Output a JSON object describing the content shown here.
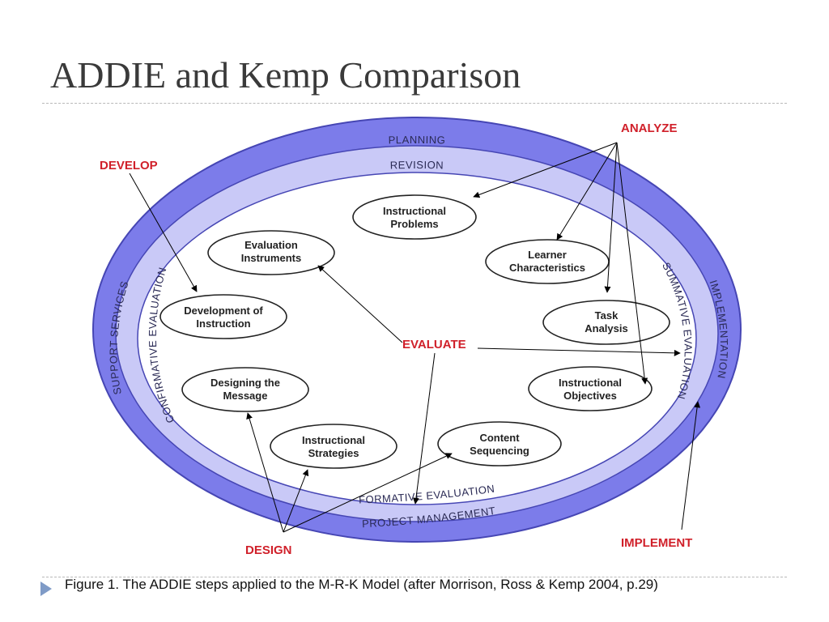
{
  "slide": {
    "title": "ADDIE and Kemp Comparison",
    "caption": "Figure 1. The ADDIE steps applied to the M-R-K Model (after Morrison, Ross & Kemp 2004, p.29)"
  },
  "diagram": {
    "rings": {
      "planning": "PLANNING",
      "revision": "REVISION",
      "support_services": "SUPPORT SERVICES",
      "confirmative_evaluation": "CONFIRMATIVE EVALUATION",
      "summative_evaluation": "SUMMATIVE EVALUATION",
      "implementation": "IMPLEMENTATION",
      "formative_evaluation": "FORMATIVE EVALUATION",
      "project_management": "PROJECT MANAGEMENT"
    },
    "nodes": {
      "instructional_problems": [
        "Instructional",
        "Problems"
      ],
      "learner_characteristics": [
        "Learner",
        "Characteristics"
      ],
      "task_analysis": [
        "Task",
        "Analysis"
      ],
      "instructional_objectives": [
        "Instructional",
        "Objectives"
      ],
      "content_sequencing": [
        "Content",
        "Sequencing"
      ],
      "instructional_strategies": [
        "Instructional",
        "Strategies"
      ],
      "designing_message": [
        "Designing the",
        "Message"
      ],
      "development_instruction": [
        "Development of",
        "Instruction"
      ],
      "evaluation_instruments": [
        "Evaluation",
        "Instruments"
      ]
    },
    "labels": {
      "analyze": "ANALYZE",
      "develop": "DEVELOP",
      "evaluate": "EVALUATE",
      "design": "DESIGN",
      "implement": "IMPLEMENT"
    },
    "colors": {
      "outer_ring": "#7c7cea",
      "middle_ring": "#c9c9f7",
      "ring_stroke": "#4646b4",
      "label_red": "#d0202a",
      "node_fill": "#ffffff"
    }
  }
}
